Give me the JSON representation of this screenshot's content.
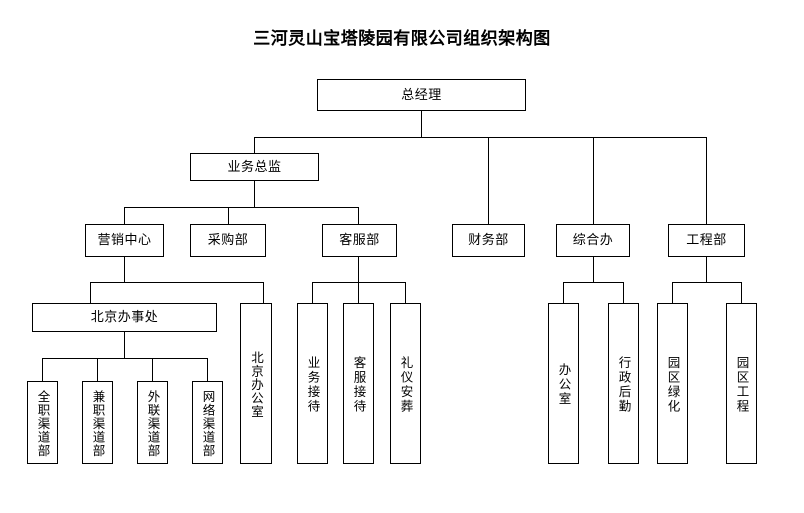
{
  "title": "三河灵山宝塔陵园有限公司组织架构图",
  "chart_data": {
    "type": "diagram",
    "diagram_kind": "organization-chart",
    "orientation": "top-down",
    "title": "三河灵山宝塔陵园有限公司组织架构图",
    "nodes": [
      {
        "id": "gm",
        "label": "总经理",
        "level": 1,
        "text_orientation": "horizontal"
      },
      {
        "id": "biz_director",
        "label": "业务总监",
        "level": 2,
        "text_orientation": "horizontal"
      },
      {
        "id": "marketing_center",
        "label": "营销中心",
        "level": 3,
        "text_orientation": "horizontal"
      },
      {
        "id": "purchasing_dept",
        "label": "采购部",
        "level": 3,
        "text_orientation": "horizontal"
      },
      {
        "id": "customer_service_dept",
        "label": "客服部",
        "level": 3,
        "text_orientation": "horizontal"
      },
      {
        "id": "finance_dept",
        "label": "财务部",
        "level": 3,
        "text_orientation": "horizontal"
      },
      {
        "id": "general_office",
        "label": "综合办",
        "level": 3,
        "text_orientation": "horizontal"
      },
      {
        "id": "engineering_dept",
        "label": "工程部",
        "level": 3,
        "text_orientation": "horizontal"
      },
      {
        "id": "beijing_office",
        "label": "北京办事处",
        "level": 4,
        "text_orientation": "horizontal"
      },
      {
        "id": "beijing_room",
        "label": "北京办公室",
        "level": 4,
        "text_orientation": "vertical"
      },
      {
        "id": "biz_reception",
        "label": "业务接待",
        "level": 4,
        "text_orientation": "vertical"
      },
      {
        "id": "cs_reception",
        "label": "客服接待",
        "level": 4,
        "text_orientation": "vertical"
      },
      {
        "id": "ceremony_burial",
        "label": "礼仪安葬",
        "level": 4,
        "text_orientation": "vertical"
      },
      {
        "id": "office_room",
        "label": "办公室",
        "level": 4,
        "text_orientation": "vertical"
      },
      {
        "id": "admin_logistics",
        "label": "行政后勤",
        "level": 4,
        "text_orientation": "vertical"
      },
      {
        "id": "park_greening",
        "label": "园区绿化",
        "level": 4,
        "text_orientation": "vertical"
      },
      {
        "id": "park_engineering",
        "label": "园区工程",
        "level": 4,
        "text_orientation": "vertical"
      },
      {
        "id": "fulltime_channel",
        "label": "全职渠道部",
        "level": 5,
        "text_orientation": "vertical"
      },
      {
        "id": "parttime_channel",
        "label": "兼职渠道部",
        "level": 5,
        "text_orientation": "vertical"
      },
      {
        "id": "liaison_channel",
        "label": "外联渠道部",
        "level": 5,
        "text_orientation": "vertical"
      },
      {
        "id": "network_channel",
        "label": "网络渠道部",
        "level": 5,
        "text_orientation": "vertical"
      }
    ],
    "edges": [
      {
        "from": "gm",
        "to": "biz_director"
      },
      {
        "from": "gm",
        "to": "finance_dept"
      },
      {
        "from": "gm",
        "to": "general_office"
      },
      {
        "from": "gm",
        "to": "engineering_dept"
      },
      {
        "from": "biz_director",
        "to": "marketing_center"
      },
      {
        "from": "biz_director",
        "to": "purchasing_dept"
      },
      {
        "from": "biz_director",
        "to": "customer_service_dept"
      },
      {
        "from": "marketing_center",
        "to": "beijing_office"
      },
      {
        "from": "marketing_center",
        "to": "beijing_room"
      },
      {
        "from": "customer_service_dept",
        "to": "biz_reception"
      },
      {
        "from": "customer_service_dept",
        "to": "cs_reception"
      },
      {
        "from": "customer_service_dept",
        "to": "ceremony_burial"
      },
      {
        "from": "general_office",
        "to": "office_room"
      },
      {
        "from": "general_office",
        "to": "admin_logistics"
      },
      {
        "from": "engineering_dept",
        "to": "park_greening"
      },
      {
        "from": "engineering_dept",
        "to": "park_engineering"
      },
      {
        "from": "beijing_office",
        "to": "fulltime_channel"
      },
      {
        "from": "beijing_office",
        "to": "parttime_channel"
      },
      {
        "from": "beijing_office",
        "to": "liaison_channel"
      },
      {
        "from": "beijing_office",
        "to": "network_channel"
      }
    ],
    "style": {
      "box_fill": "#ffffff",
      "box_stroke": "#000000",
      "connector_color": "#000000",
      "text_color": "#000000",
      "background": "#ffffff"
    }
  }
}
